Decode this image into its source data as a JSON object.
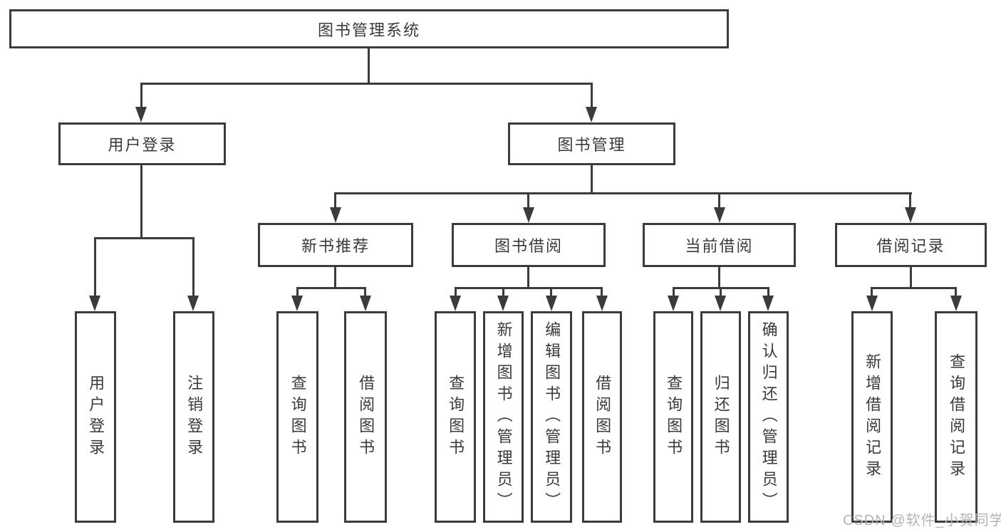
{
  "tree": {
    "root": {
      "label": "图书管理系统"
    },
    "level2": [
      {
        "label": "用户登录"
      },
      {
        "label": "图书管理"
      }
    ],
    "level3": [
      {
        "label": "新书推荐",
        "parent": "图书管理"
      },
      {
        "label": "图书借阅",
        "parent": "图书管理"
      },
      {
        "label": "当前借阅",
        "parent": "图书管理"
      },
      {
        "label": "借阅记录",
        "parent": "图书管理"
      }
    ],
    "leaves": [
      {
        "label": "用户登录",
        "parent": "用户登录"
      },
      {
        "label": "注销登录",
        "parent": "用户登录"
      },
      {
        "label": "查询图书",
        "parent": "新书推荐"
      },
      {
        "label": "借阅图书",
        "parent": "新书推荐"
      },
      {
        "label": "查询图书",
        "parent": "图书借阅"
      },
      {
        "label": "新增图书（管理员）",
        "parent": "图书借阅"
      },
      {
        "label": "编辑图书（管理员）",
        "parent": "图书借阅"
      },
      {
        "label": "借阅图书",
        "parent": "图书借阅"
      },
      {
        "label": "查询图书",
        "parent": "当前借阅"
      },
      {
        "label": "归还图书",
        "parent": "当前借阅"
      },
      {
        "label": "确认归还（管理员）",
        "parent": "当前借阅"
      },
      {
        "label": "新增借阅记录",
        "parent": "借阅记录"
      },
      {
        "label": "查询借阅记录",
        "parent": "借阅记录"
      }
    ]
  },
  "watermark": {
    "text": "CSDN @软件_小贺同学"
  },
  "colors": {
    "line": "#3b3b3b",
    "text": "#3a3a3a",
    "watermark": "#b0b5ba",
    "background": "#ffffff"
  }
}
